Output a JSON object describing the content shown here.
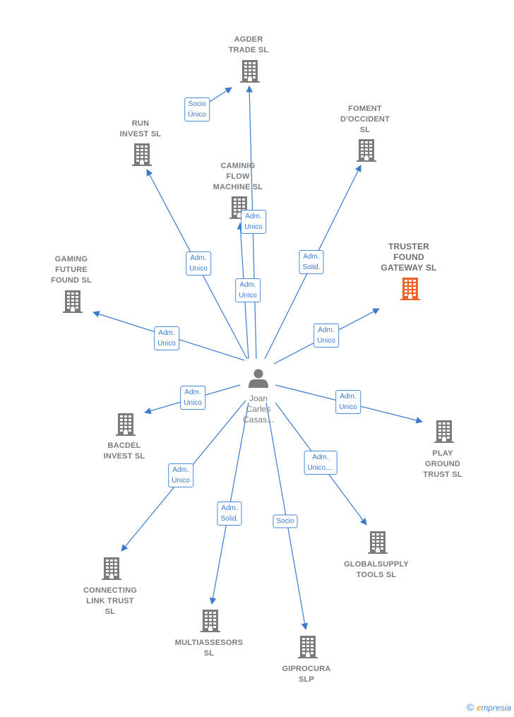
{
  "colors": {
    "edge": "#3a7bd0",
    "building": "#7b7b7b",
    "highlight": "#f0622a"
  },
  "center": {
    "name": "Joan\nCarles\nCasas...",
    "icon": "person-icon"
  },
  "companies": [
    {
      "id": "agder",
      "name": "AGDER\nTRADE SL",
      "highlight": false
    },
    {
      "id": "foment",
      "name": "FOMENT\nD'OCCIDENT\nSL",
      "highlight": false
    },
    {
      "id": "run",
      "name": "RUN\nINVEST  SL",
      "highlight": false
    },
    {
      "id": "caminig",
      "name": "CAMINIG\nFLOW\nMACHINE  SL",
      "highlight": false
    },
    {
      "id": "truster",
      "name": "TRUSTER\nFOUND\nGATEWAY  SL",
      "highlight": true
    },
    {
      "id": "gaming",
      "name": "GAMING\nFUTURE\nFOUND  SL",
      "highlight": false
    },
    {
      "id": "bacdel",
      "name": "BACDEL\nINVEST SL",
      "highlight": false
    },
    {
      "id": "play",
      "name": "PLAY\nGROUND\nTRUST  SL",
      "highlight": false
    },
    {
      "id": "globalsupply",
      "name": "GLOBALSUPPLY\nTOOLS  SL",
      "highlight": false
    },
    {
      "id": "connecting",
      "name": "CONNECTING\nLINK TRUST\nSL",
      "highlight": false
    },
    {
      "id": "multiassesors",
      "name": "MULTIASSESORS\nSL",
      "highlight": false
    },
    {
      "id": "giprocura",
      "name": "GIPROCURA\nSLP",
      "highlight": false
    }
  ],
  "relations": [
    {
      "from": "run",
      "to": "agder",
      "label": "Socio\nÚnico"
    },
    {
      "from": "center",
      "to": "agder",
      "label": "Adm.\nUnico"
    },
    {
      "from": "center",
      "to": "caminig",
      "label": "Adm.\nUnico"
    },
    {
      "from": "center",
      "to": "run",
      "label": "Adm.\nUnico"
    },
    {
      "from": "center",
      "to": "foment",
      "label": "Adm.\nSolid."
    },
    {
      "from": "center",
      "to": "truster",
      "label": "Adm.\nUnico"
    },
    {
      "from": "center",
      "to": "gaming",
      "label": "Adm.\nUnico"
    },
    {
      "from": "center",
      "to": "bacdel",
      "label": "Adm.\nUnico"
    },
    {
      "from": "center",
      "to": "play",
      "label": "Adm.\nUnico"
    },
    {
      "from": "center",
      "to": "globalsupply",
      "label": "Adm.\nUnico,..."
    },
    {
      "from": "center",
      "to": "connecting",
      "label": "Adm.\nUnico"
    },
    {
      "from": "center",
      "to": "multiassesors",
      "label": "Adm.\nSolid."
    },
    {
      "from": "center",
      "to": "giprocura",
      "label": "Socio"
    }
  ],
  "footer": {
    "copyright": "©",
    "brand_e": "e",
    "brand_rest": "mpresia"
  }
}
